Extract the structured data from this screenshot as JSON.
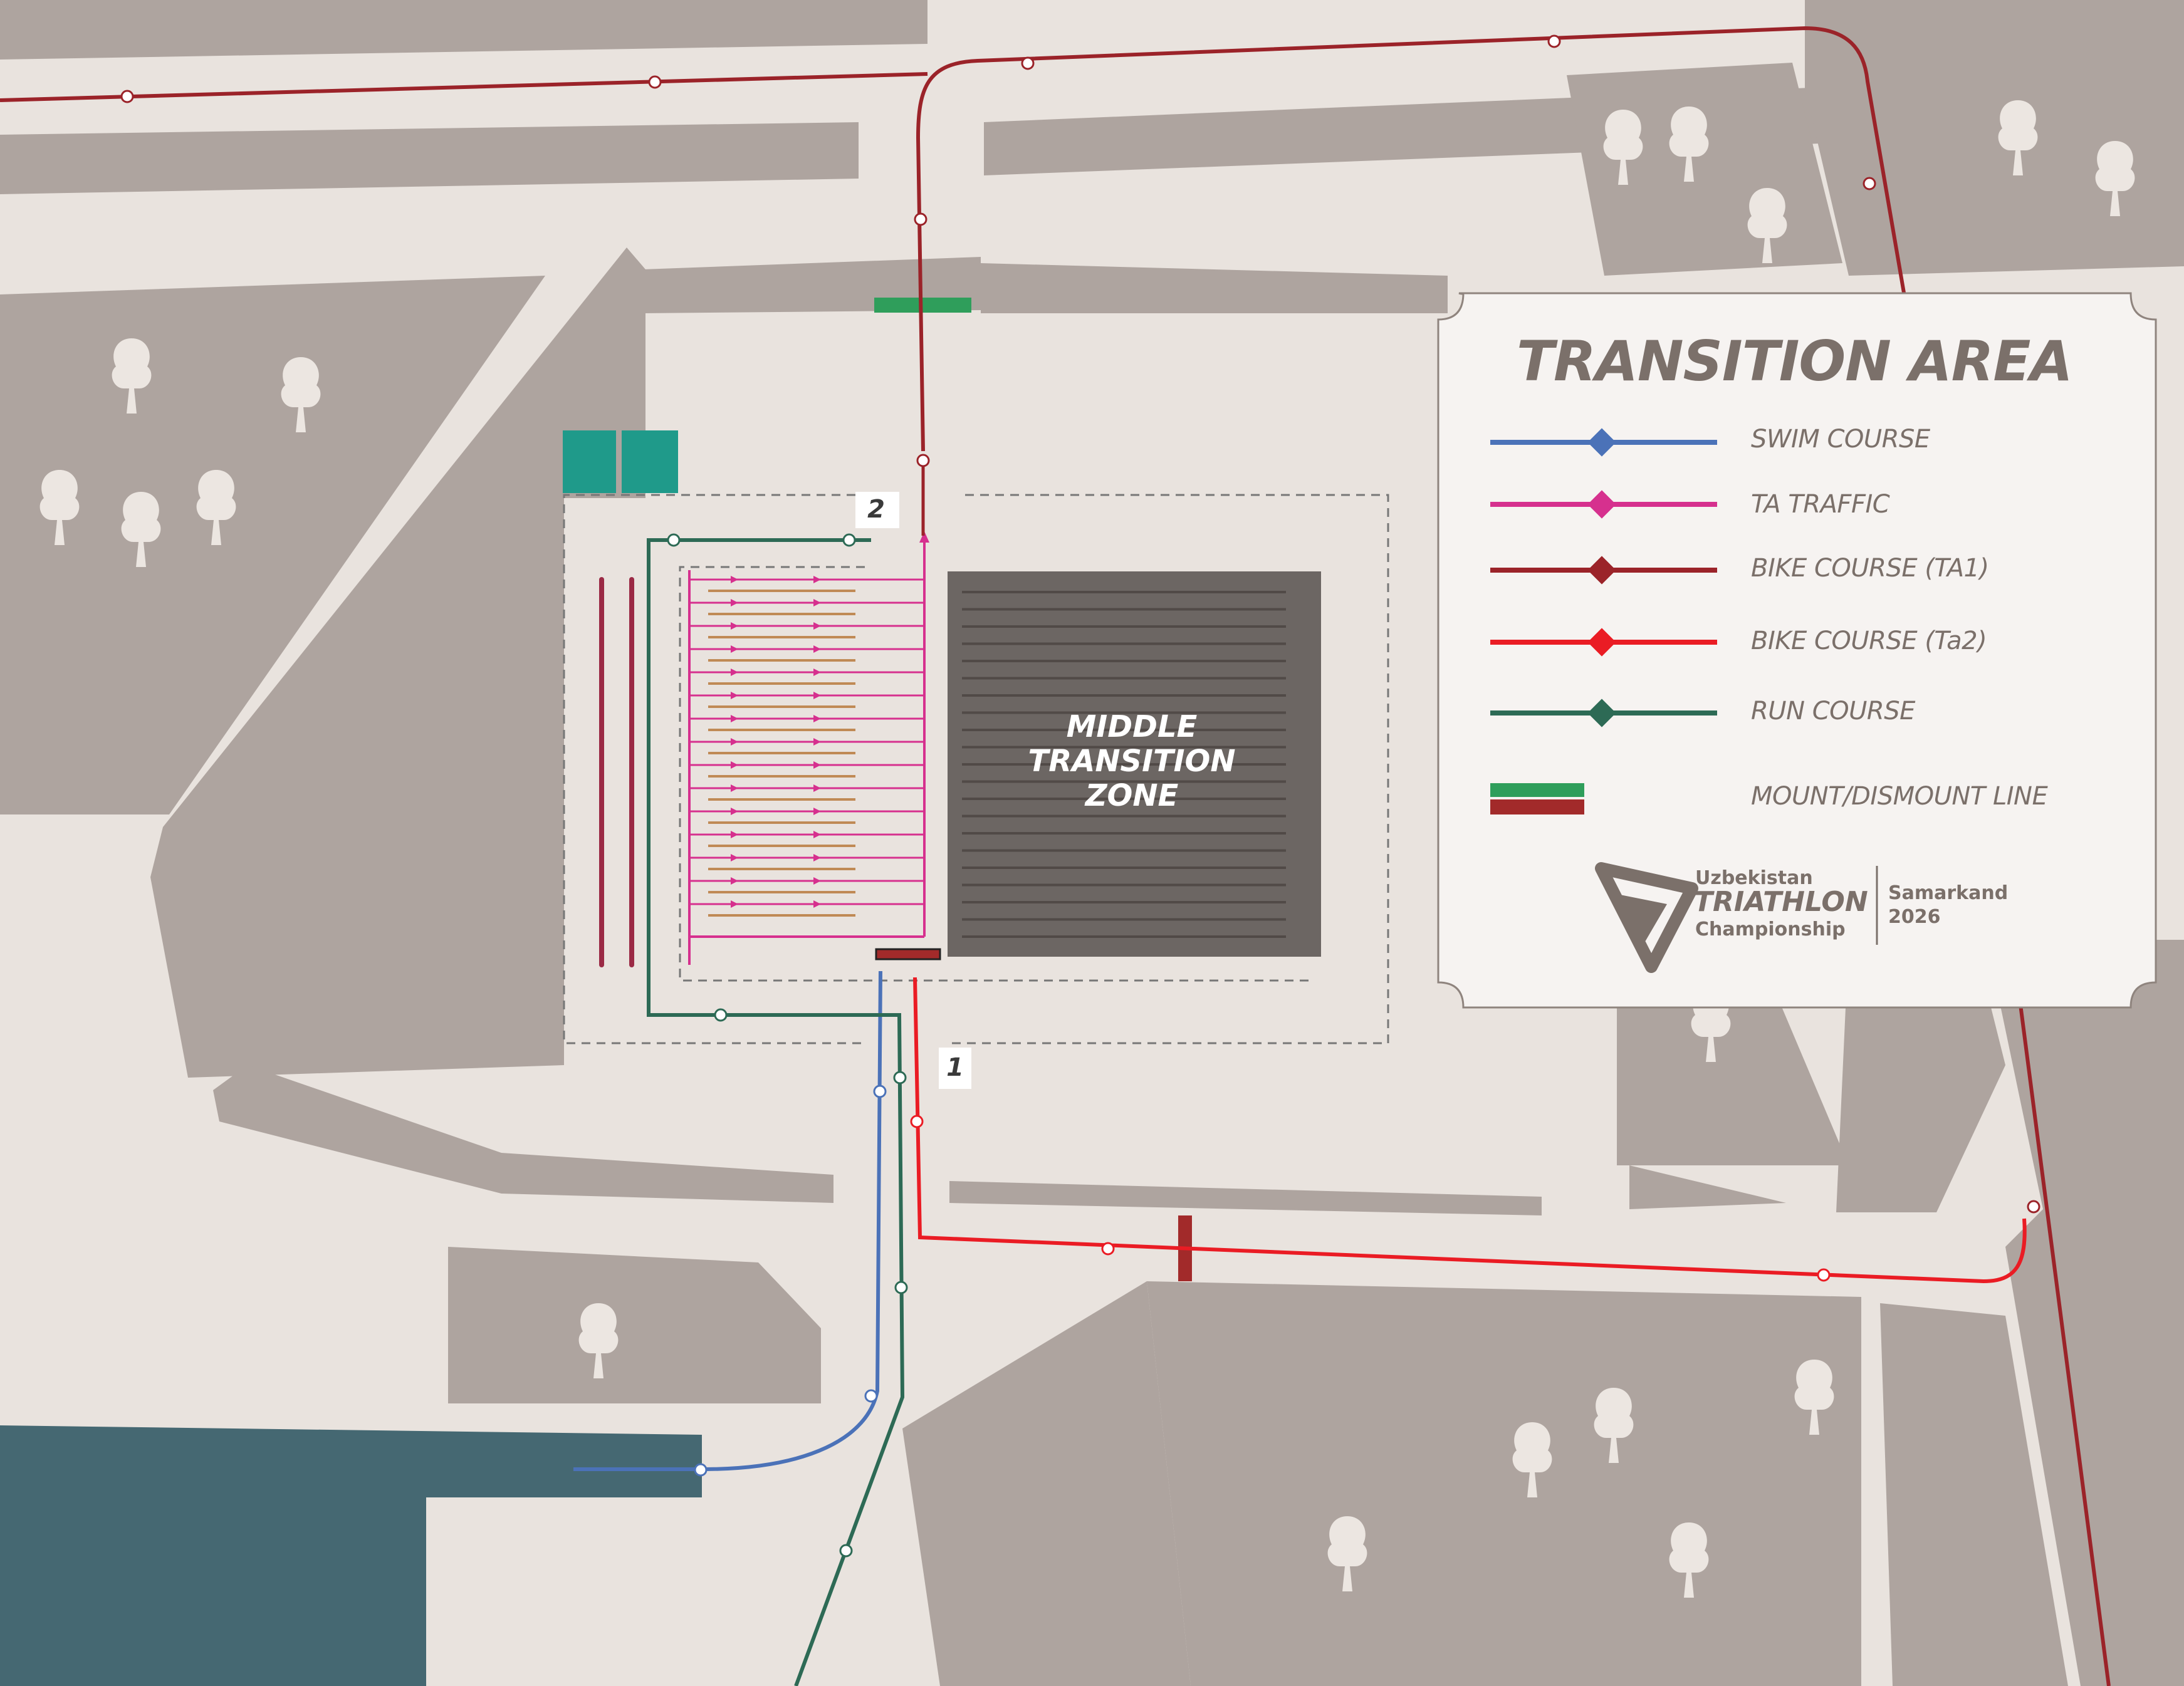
{
  "legend": {
    "title": "TRANSITION AREA",
    "items": [
      {
        "label": "SWIM COURSE",
        "color": "#4b72b8",
        "icon": "line-diamond"
      },
      {
        "label": "TA TRAFFIC",
        "color": "#d6308e",
        "icon": "line-diamond"
      },
      {
        "label": "BIKE COURSE (TA1)",
        "color": "#9b2329",
        "icon": "line-diamond"
      },
      {
        "label": "BIKE COURSE (Ta2)",
        "color": "#ea1c24",
        "icon": "line-diamond"
      },
      {
        "label": "RUN COURSE",
        "color": "#2d6a55",
        "icon": "line-diamond"
      },
      {
        "label": "MOUNT/DISMOUNT LINE",
        "colors": [
          "#2f9e5b",
          "#a22a2a"
        ],
        "icon": "two-bars"
      }
    ]
  },
  "logo": {
    "line1": "Uzbekistan",
    "line2": "TRIATHLON",
    "line3": "Championship",
    "city": "Samarkand",
    "year": "2026",
    "icon": "triathlon-triangle-logo"
  },
  "map": {
    "zone_label": "MIDDLE TRANSITION ZONE",
    "zone_label_lines": [
      "MIDDLE",
      "TRANSITION",
      "ZONE"
    ],
    "marker_1": "1",
    "marker_2": "2",
    "colors": {
      "background": "#e9e3de",
      "block": "#aea49f",
      "water": "#456872",
      "zone": "#6c6663",
      "teal_area": "#1f9a8a"
    }
  }
}
